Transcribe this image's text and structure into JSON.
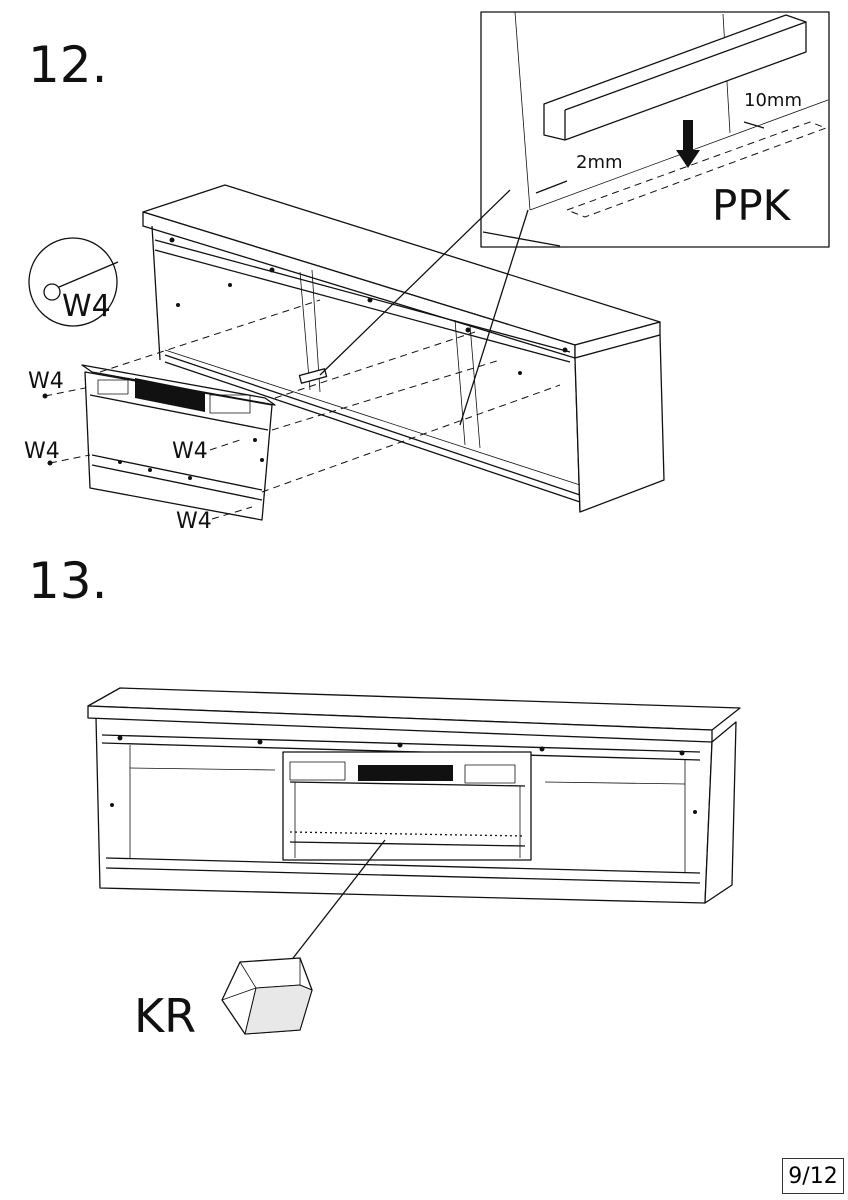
{
  "steps": [
    {
      "number": "12.",
      "screw_callout": "W4",
      "labels": [
        "W4",
        "W4",
        "W4",
        "W4"
      ],
      "detail": {
        "gap_left": "2mm",
        "gap_right": "10mm",
        "part": "PPK"
      }
    },
    {
      "number": "13.",
      "part": "KR"
    }
  ],
  "page": "9/12"
}
